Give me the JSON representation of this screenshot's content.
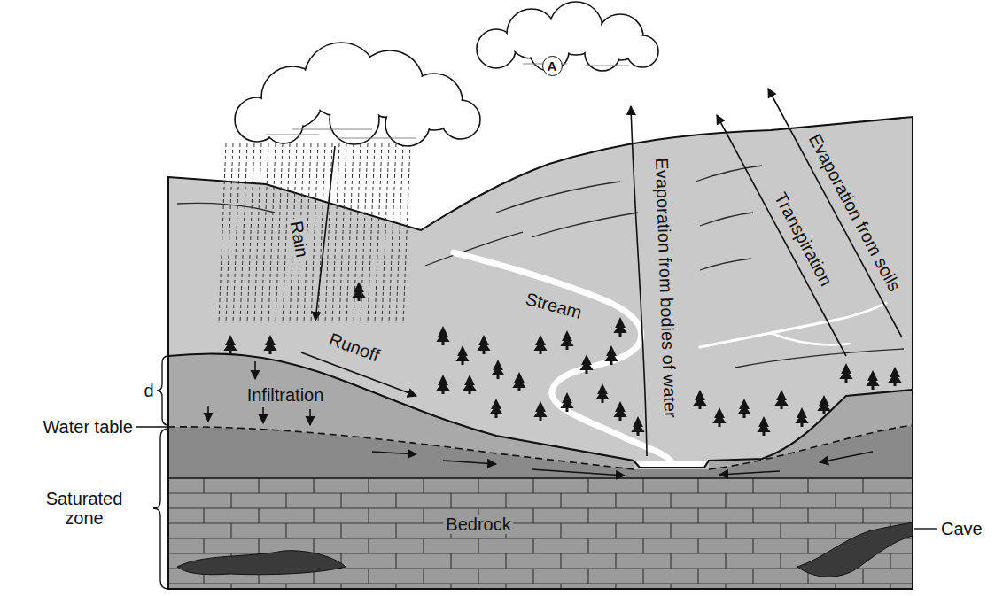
{
  "diagram": {
    "nodes": [
      {
        "text": [
          "A"
        ]
      }
    ],
    "labels": [
      "Evaporation from soils",
      "Transpiration",
      "Evaporation from bodies of water",
      "Rain",
      "Stream",
      "Runoff",
      "Infiltration",
      "d",
      "Water table",
      "Saturated zone",
      "Bedrock",
      "Cave"
    ]
  }
}
